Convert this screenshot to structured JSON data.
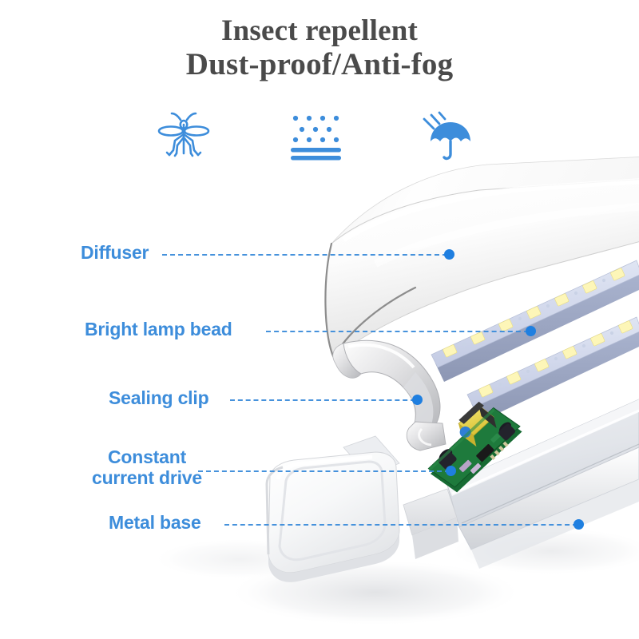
{
  "title": {
    "line1": "Insect repellent",
    "line2": "Dust-proof/Anti-fog"
  },
  "features": [
    {
      "id": "insect-repellent",
      "icon": "mosquito-icon",
      "label": "Insect repellent"
    },
    {
      "id": "dust-proof",
      "icon": "dust-particles-icon",
      "label": "Dust-proof"
    },
    {
      "id": "anti-fog",
      "icon": "umbrella-rain-icon",
      "label": "Anti-fog"
    }
  ],
  "callouts": [
    {
      "id": "diffuser",
      "label": "Diffuser",
      "line1": "Diffuser",
      "line2": ""
    },
    {
      "id": "bright-lamp-bead",
      "label": "Bright lamp bead",
      "line1": "Bright lamp bead",
      "line2": ""
    },
    {
      "id": "sealing-clip",
      "label": "Sealing clip",
      "line1": "Sealing clip",
      "line2": ""
    },
    {
      "id": "constant-current-drive",
      "label": "Constant current drive",
      "line1": "Constant",
      "line2": "current drive"
    },
    {
      "id": "metal-base",
      "label": "Metal base",
      "line1": "Metal base",
      "line2": ""
    }
  ],
  "colors": {
    "accent_blue": "#3d8ddb",
    "dot_blue": "#1f7fe0",
    "title_gray": "#4a4a4a",
    "background": "#ffffff",
    "led_chip": "#fdf6b8",
    "pcb_green": "#1e7a3c",
    "transformer_yellow": "#e8d24a"
  },
  "product": {
    "parts": [
      "diffuser-cover",
      "led-strip-upper",
      "led-strip-lower",
      "sealing-clip",
      "driver-board",
      "metal-base-channel",
      "end-cap"
    ]
  }
}
